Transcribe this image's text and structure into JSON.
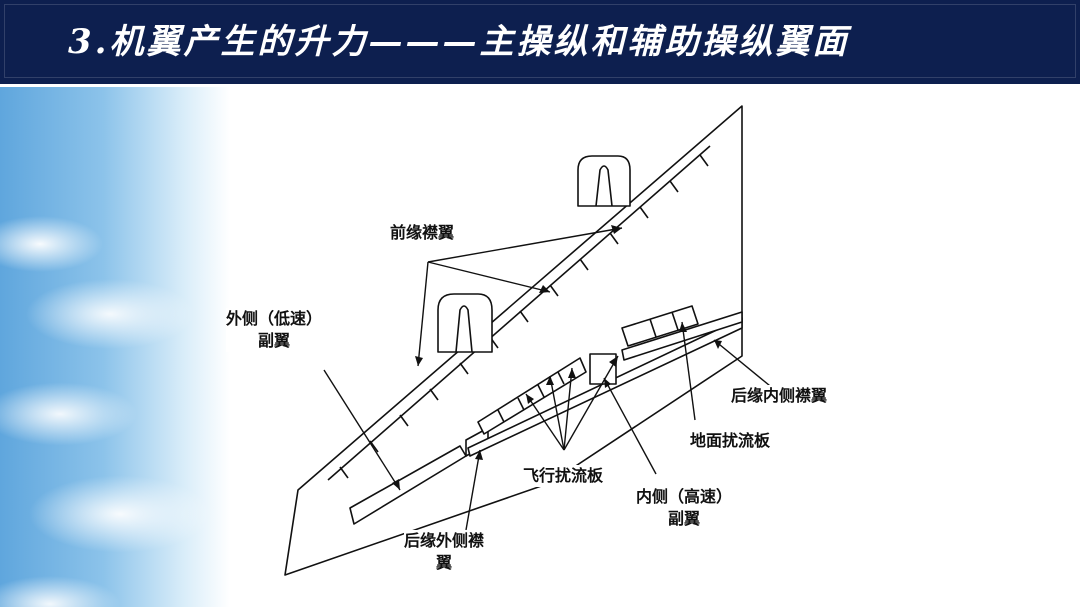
{
  "title": "3.机翼产生的升力———主操纵和辅助操纵翼面",
  "labels": {
    "leading_flap": "前缘襟翼",
    "outboard_aileron_line1": "外侧（低速）",
    "outboard_aileron_line2": "副翼",
    "trailing_inboard_flap": "后缘内侧襟翼",
    "ground_spoiler": "地面扰流板",
    "flight_spoiler": "飞行扰流板",
    "inboard_aileron_line1": "内侧（高速）",
    "inboard_aileron_line2": "副翼",
    "trailing_outboard_flap_line1": "后缘外侧襟",
    "trailing_outboard_flap_line2": "翼"
  },
  "colors": {
    "title_bar": "#0d1f4f",
    "title_text": "#ffffff",
    "line": "#111111"
  }
}
